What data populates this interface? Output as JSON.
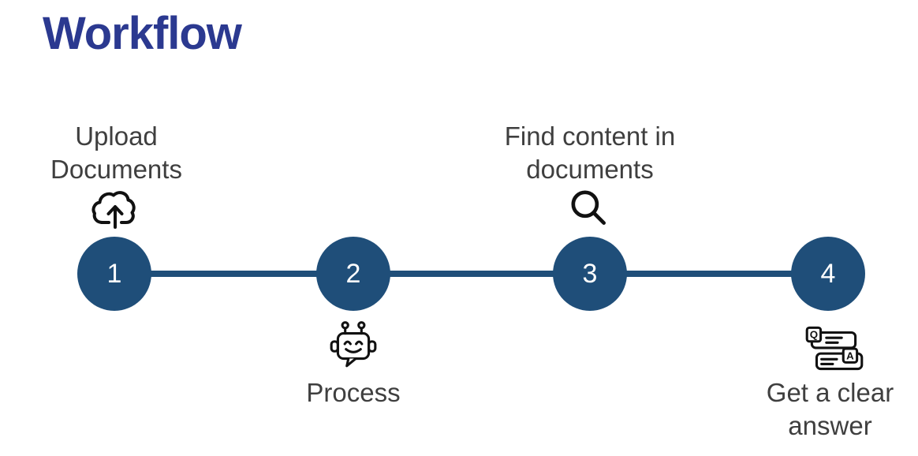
{
  "title": "Workflow",
  "colors": {
    "title_text": "#2B3990",
    "node_fill": "#1F4E79",
    "connector": "#1F4E79",
    "node_number_text": "#FFFFFF",
    "label_text": "#3F3F3F",
    "icon_stroke": "#111111",
    "background": "#FFFFFF"
  },
  "steps": [
    {
      "number": "1",
      "label": "Upload Documents",
      "label_lines": [
        "Upload",
        "Documents"
      ],
      "label_position": "above",
      "icon": "cloud-upload-icon"
    },
    {
      "number": "2",
      "label": "Process",
      "label_lines": [
        "Process"
      ],
      "label_position": "below",
      "icon": "robot-chat-icon"
    },
    {
      "number": "3",
      "label": "Find content in documents",
      "label_lines": [
        "Find content in",
        "documents"
      ],
      "label_position": "above",
      "icon": "search-icon"
    },
    {
      "number": "4",
      "label": "Get a clear answer",
      "label_lines": [
        "Get a clear",
        "answer"
      ],
      "label_position": "below",
      "icon": "question-answer-icon",
      "icon_letters": [
        "Q",
        "A"
      ]
    }
  ]
}
